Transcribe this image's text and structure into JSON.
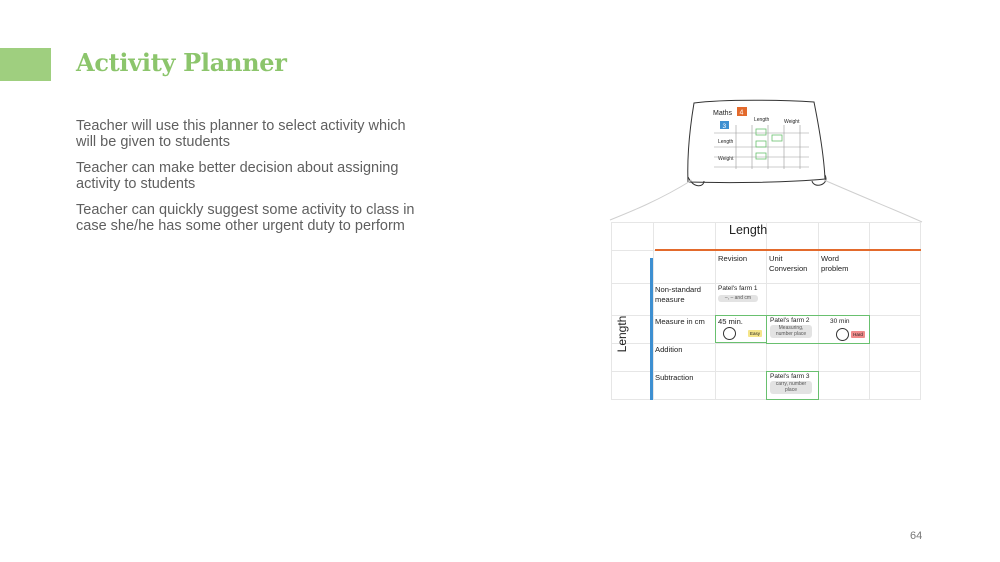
{
  "slide": {
    "title": "Activity Planner",
    "bullets": [
      "Teacher will use this planner to select activity which will be given to students",
      "Teacher can make better decision about assigning activity to students",
      "Teacher can quickly suggest some activity to class in case she/he has some other urgent duty to perform"
    ],
    "page_number": "64"
  },
  "colors": {
    "accent": "#9fcf7f",
    "title": "#8cc56c",
    "orange": "#e36a2c",
    "blue": "#3d8fd1",
    "green": "#69c06f"
  },
  "sketch": {
    "subject": "Maths",
    "badge_top": "4",
    "badge_side": "3",
    "col_labels": [
      "Length",
      "Weight"
    ],
    "row_labels": [
      "Length",
      "Weight"
    ]
  },
  "grid": {
    "heading": "Length",
    "y_label": "Length",
    "columns": [
      "Revision",
      "Unit Conversion",
      "Word problem"
    ],
    "rows": [
      "Non-standard measure",
      "Measure in cm",
      "Addition",
      "Subtraction"
    ],
    "activities": {
      "farm1": {
        "name": "Patel's farm 1",
        "tag": "–, – and cm"
      },
      "duration1": "45 min.",
      "difficulty1": "Easy",
      "farm2": {
        "name": "Patel's farm 2",
        "tag": "Measuring, number place"
      },
      "duration2": "30 min",
      "difficulty2": "Hard",
      "farm3": {
        "name": "Patel's farm 3",
        "tag": "carry, number place"
      }
    }
  }
}
